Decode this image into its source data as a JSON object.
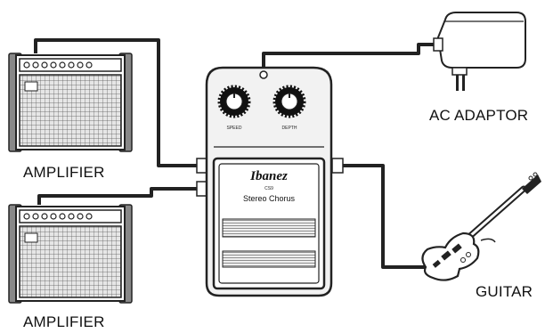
{
  "labels": {
    "ac_adaptor": "AC ADAPTOR",
    "amplifier_top": "AMPLIFIER",
    "amplifier_bottom": "AMPLIFIER",
    "guitar": "GUITAR"
  },
  "pedal": {
    "brand": "Ibanez",
    "model_code": "CS9",
    "model_name": "Stereo Chorus",
    "knob_left_label": "SPEED",
    "knob_right_label": "DEPTH"
  },
  "colors": {
    "line": "#222222",
    "pedal_body": "#f2f2f2",
    "grille": "#d6d6d6"
  }
}
